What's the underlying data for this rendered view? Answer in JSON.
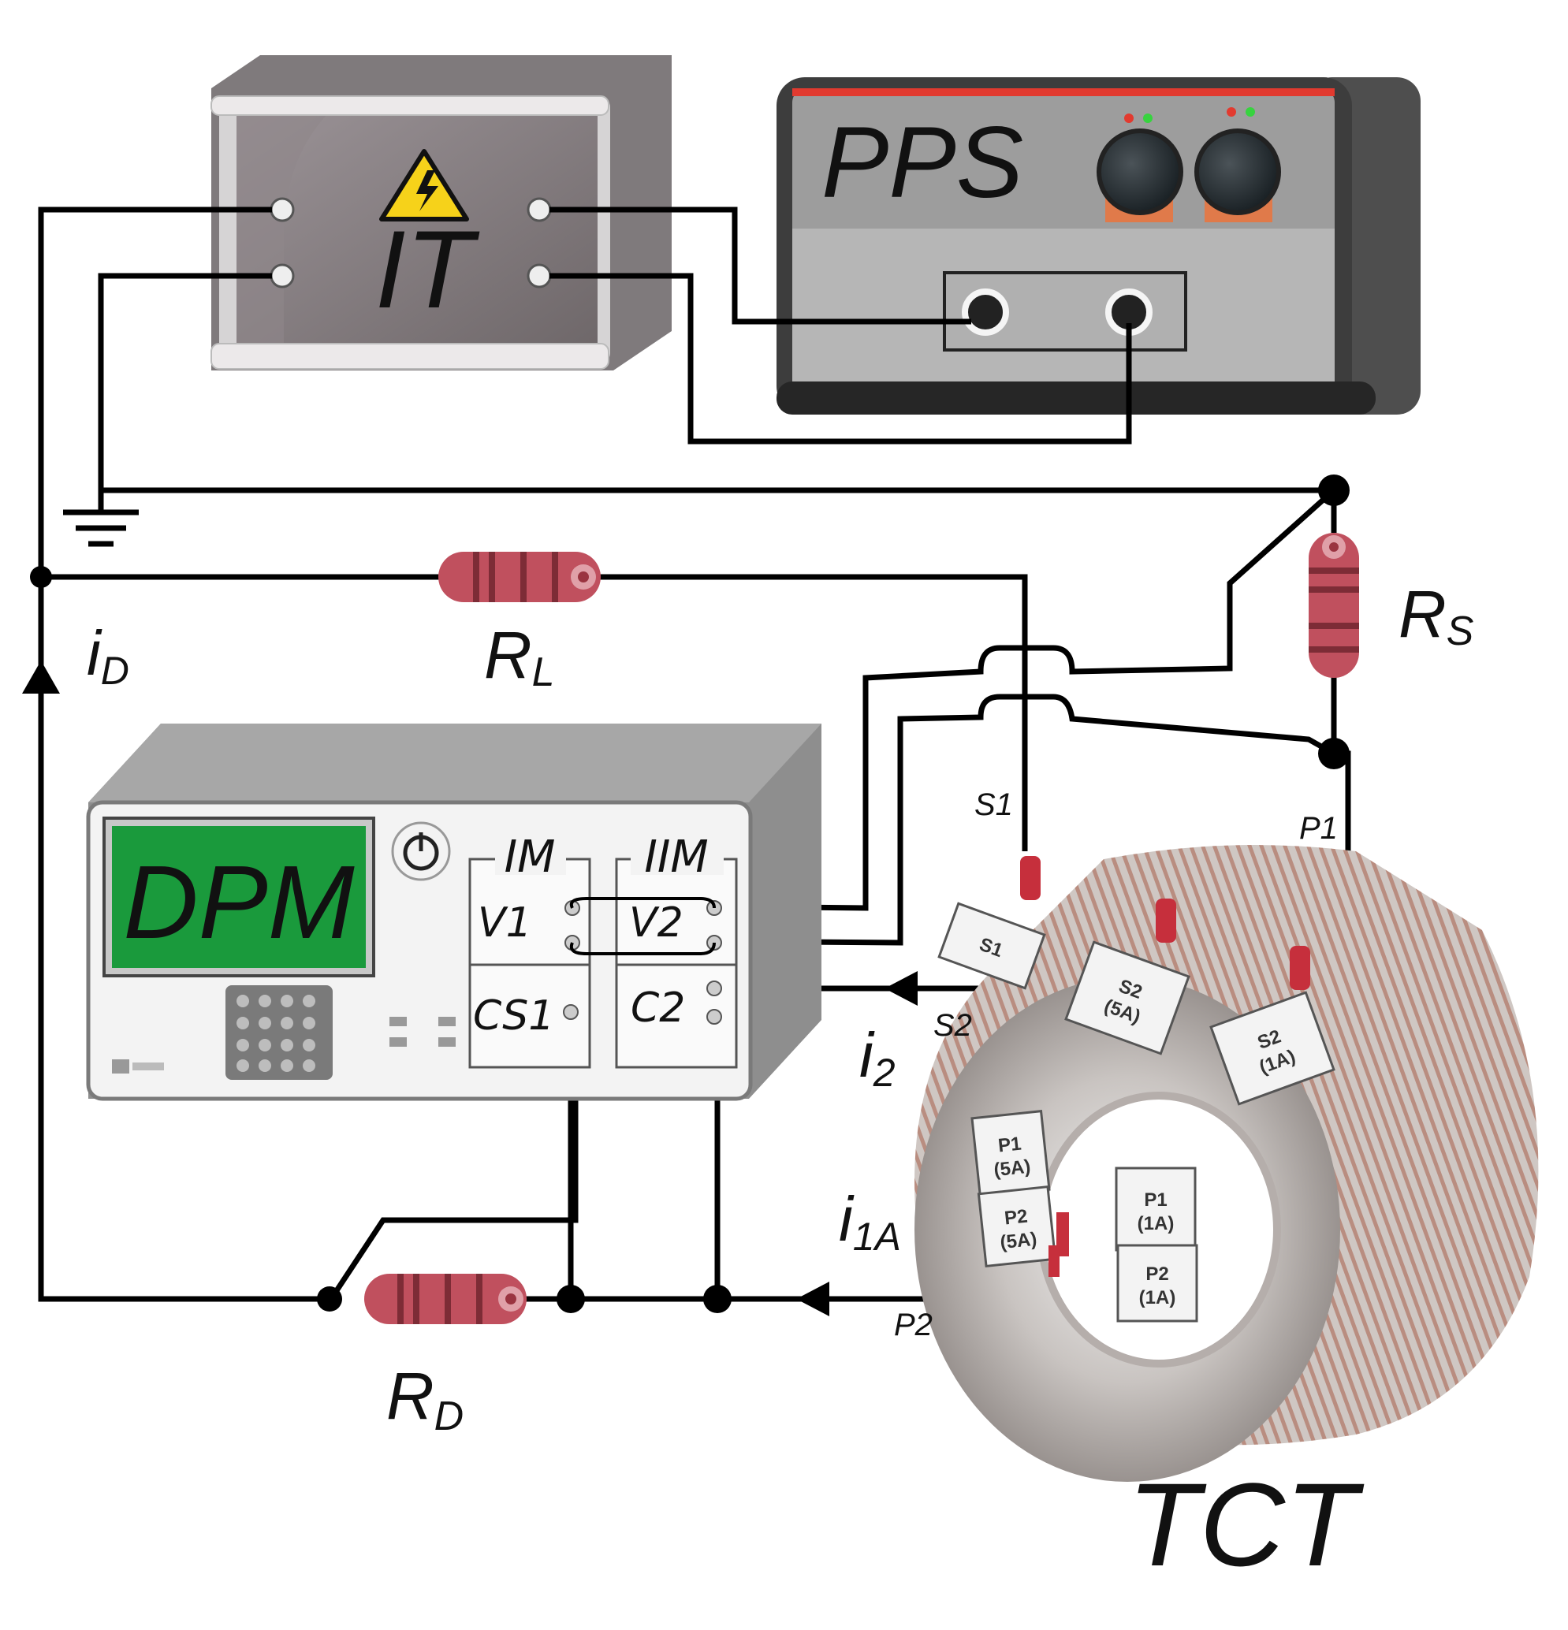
{
  "colors": {
    "wire": "#000000",
    "resistor_body": "#c0505e",
    "dpm_screen": "#1a9a3c",
    "pps_accent": "#e23a2f",
    "warning_yellow": "#f6d21a",
    "knob_base": "#e07a4a"
  },
  "devices": {
    "it": {
      "label": "IT"
    },
    "pps": {
      "label": "PPS"
    },
    "dpm": {
      "screen_text": "DPM",
      "channel_1": {
        "title": "IM",
        "voltage": "V1",
        "current": "CS1"
      },
      "channel_2": {
        "title": "IIM",
        "voltage": "V2",
        "current": "C2"
      }
    },
    "tct": {
      "label": "TCT",
      "terminals": {
        "s1": "S1",
        "s2": "S2",
        "p1": "P1",
        "p2": "P2"
      },
      "plates": {
        "s1": "S1",
        "s2_5a": [
          "S2",
          "(5A)"
        ],
        "s2_1a": [
          "S2",
          "(1A)"
        ],
        "p1_5a": [
          "P1",
          "(5A)"
        ],
        "p2_5a": [
          "P2",
          "(5A)"
        ],
        "p1_1a": [
          "P1",
          "(1A)"
        ],
        "p2_1a": [
          "P2",
          "(1A)"
        ]
      }
    }
  },
  "resistors": {
    "rl": {
      "main": "R",
      "sub": "L"
    },
    "rs": {
      "main": "R",
      "sub": "S"
    },
    "rd": {
      "main": "R",
      "sub": "D"
    }
  },
  "currents": {
    "id": {
      "main": "i",
      "sub": "D"
    },
    "i2": {
      "main": "i",
      "sub": "2"
    },
    "i1a": {
      "main": "i",
      "sub": "1A"
    }
  },
  "icons": [
    "ground-icon",
    "warning-triangle-icon",
    "power-button-icon",
    "keypad-icon"
  ]
}
